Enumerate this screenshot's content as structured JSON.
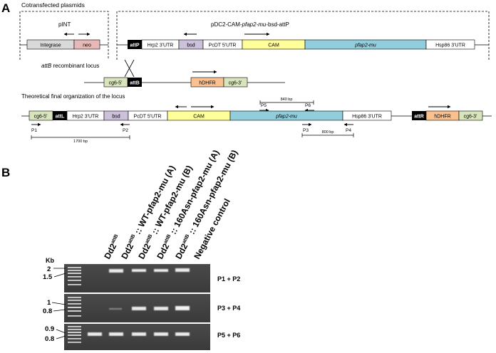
{
  "panel_a": {
    "letter": "A",
    "cotransfected_title": "Cotransfected plasmids",
    "pint": {
      "title": "pINT",
      "segments": [
        "Integrase",
        "neo"
      ]
    },
    "pdc2": {
      "title_prefix": "pDC2-CAM-",
      "title_italic": "pfap2-mu",
      "title_suffix": "-bsd-attP",
      "segments": [
        "attP",
        "Hrp2 3'UTR",
        "bsd",
        "PcDT 5'UTR",
        "CAM",
        "pfap2-mu",
        "Hsp86 3'UTR"
      ]
    },
    "recombinant": {
      "label_italic": "attB",
      "label_rest": " recombinant locus",
      "segments": [
        "cg6-5'",
        "attB",
        "hDHFR",
        "cg6-3'"
      ]
    },
    "final": {
      "title": "Theoretical  final organization of the locus",
      "segments": [
        "cg6-5'",
        "attL",
        "Hrp2 3'UTR",
        "bsd",
        "PcDT 5'UTR",
        "CAM",
        "pfap2-mu",
        "Hsp86 3'UTR",
        "attR",
        "hDHFR",
        "cg6-3'"
      ],
      "primers": [
        "P1",
        "P2",
        "P3",
        "P4",
        "P5",
        "P6"
      ],
      "distances": [
        "1700 bp",
        "800 bp",
        "840 bp"
      ]
    },
    "colors": {
      "integrase": "#d9d9d9",
      "neo": "#e6b8b7",
      "bsd": "#ccc0da",
      "cam": "#ffff99",
      "pfap2": "#92cddc",
      "hdhfr": "#fac090",
      "cg6": "#d8e4bc",
      "black": "#000000",
      "white": "#ffffff"
    }
  },
  "panel_b": {
    "letter": "B",
    "lanes": [
      {
        "base": "Dd2",
        "sup": "attB",
        "rest": ""
      },
      {
        "base": "Dd2",
        "sup": "attB",
        "rest": " :: WT-pfap2-mu (A)"
      },
      {
        "base": "Dd2",
        "sup": "attB",
        "rest": " :: WT-pfap2-mu (B)"
      },
      {
        "base": "Dd2",
        "sup": "attB",
        "rest": " :: 160Asn-pfap2-mu (A)"
      },
      {
        "base": "Dd2",
        "sup": "attB",
        "rest": " :: 160Asn-pfap2-mu (B)"
      },
      {
        "base": "Negative control",
        "sup": "",
        "rest": ""
      }
    ],
    "kb_label": "Kb",
    "gels": [
      {
        "primers": "P1 + P2",
        "markers": [
          "2",
          "1.5"
        ]
      },
      {
        "primers": "P3 + P4",
        "markers": [
          "1",
          "0.8"
        ]
      },
      {
        "primers": "P5 + P6",
        "markers": [
          "0.9",
          "0.8"
        ]
      }
    ]
  }
}
